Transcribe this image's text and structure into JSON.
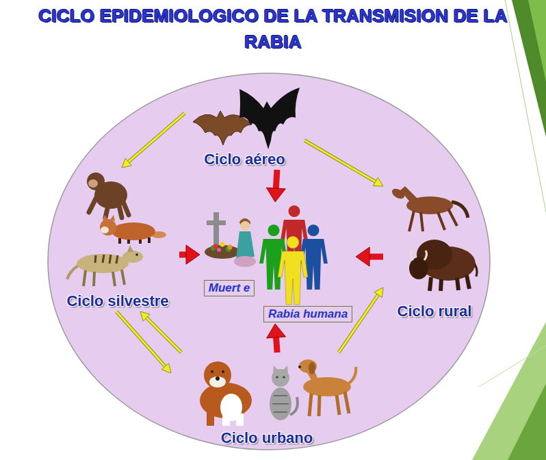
{
  "diagram": {
    "title": "CICLO EPIDEMIOLOGICO DE LA TRANSMISION DE LA RABIA",
    "nodes": [
      {
        "text": [
          "Ciclo aéreo"
        ]
      },
      {
        "text": [
          "Ciclo silvestre"
        ]
      },
      {
        "text": [
          "Muert e"
        ]
      },
      {
        "text": [
          "Rabia humana"
        ]
      },
      {
        "text": [
          "Ciclo rural"
        ]
      },
      {
        "text": [
          "Ciclo urbano"
        ]
      }
    ],
    "edges": [
      {
        "from": 0,
        "to": 1,
        "arrow": "to"
      },
      {
        "from": 0,
        "to": 4,
        "arrow": "to"
      },
      {
        "from": 0,
        "to": 3,
        "arrow": "to"
      },
      {
        "from": 1,
        "to": 2,
        "arrow": "to"
      },
      {
        "from": 4,
        "to": 3,
        "arrow": "to"
      },
      {
        "from": 5,
        "to": 3,
        "arrow": "to"
      },
      {
        "from": 1,
        "to": 5,
        "arrow": "to"
      },
      {
        "from": 5,
        "to": 1,
        "arrow": "to"
      },
      {
        "from": 5,
        "to": 4,
        "arrow": "to"
      }
    ]
  }
}
